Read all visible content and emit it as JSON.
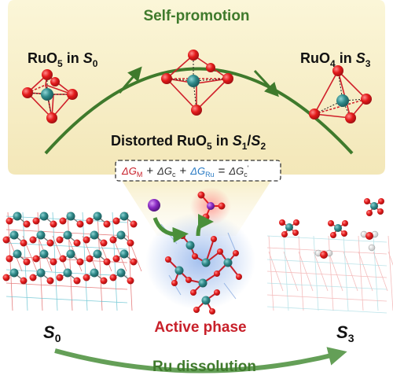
{
  "top_panel": {
    "title": "Self-promotion",
    "left_label": {
      "formula": "RuO",
      "sub": "5",
      "mid": " in ",
      "state": "S",
      "state_sub": "0"
    },
    "right_label": {
      "formula": "RuO",
      "sub": "4",
      "mid": " in ",
      "state": "S",
      "state_sub": "3"
    },
    "center_label": {
      "prefix": "Distorted RuO",
      "sub": "5",
      "mid": " in ",
      "s1": "S",
      "s1_sub": "1",
      "slash": "/",
      "s2": "S",
      "s2_sub": "2"
    }
  },
  "equation": {
    "term1": {
      "delta": "ΔG",
      "sub": "M",
      "color": "#c8202a"
    },
    "plus1": "+",
    "term2": {
      "delta": "ΔG",
      "sub": "c",
      "color": "#333333"
    },
    "plus2": "+",
    "term3": {
      "delta": "ΔG",
      "sub": "Ru",
      "color": "#2a7bc4"
    },
    "equals": "=",
    "term4": {
      "delta": "ΔG",
      "sub": "c",
      "sup": "'",
      "color": "#333333"
    }
  },
  "bottom": {
    "active_phase": "Active phase",
    "s0": {
      "letter": "S",
      "sub": "0"
    },
    "s3": {
      "letter": "S",
      "sub": "3"
    },
    "dissolution": "Ru dissolution"
  },
  "colors": {
    "panel_fill": "#f8f0c8",
    "green": "#3f7a2c",
    "ru": "#2f8a8a",
    "oxygen": "#e0141e",
    "active": "#c8202a",
    "purple": "#8a2bc4"
  }
}
